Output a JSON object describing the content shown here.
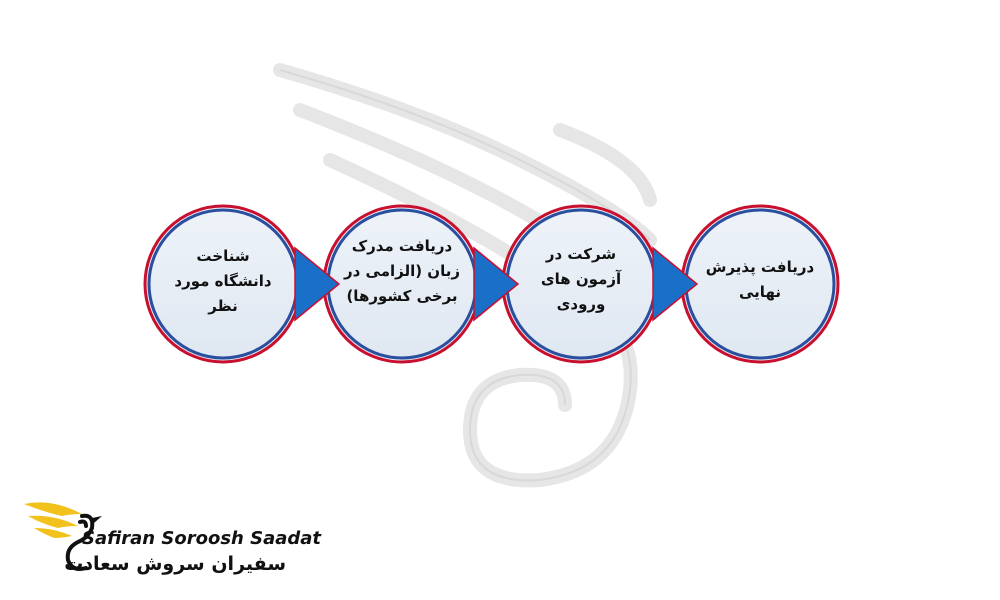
{
  "steps": [
    {
      "lines": [
        "شناخت",
        "دانشگاه مورد",
        "نظر"
      ]
    },
    {
      "lines": [
        "دریافت مدرک",
        "زبان (الزامی در",
        "برخی کشورها)"
      ]
    },
    {
      "lines": [
        "شرکت در",
        "آزمون های",
        "ورودی"
      ]
    },
    {
      "lines": [
        "دریافت پذیرش",
        "نهایی"
      ]
    }
  ],
  "brand": {
    "name_en": "Safiran Soroosh Saadat",
    "name_fa": "سفیران سروش سعادت"
  },
  "colors": {
    "circle_fill": "#e8eef6",
    "circle_ring_outer": "#c8102e",
    "circle_ring_inner": "#2a4f9e",
    "arrow": "#1a6fc9",
    "logo_gold": "#f3c11c",
    "logo_black": "#111111"
  },
  "icons": [
    "bird-wing-watermark",
    "bird-logo-icon"
  ]
}
